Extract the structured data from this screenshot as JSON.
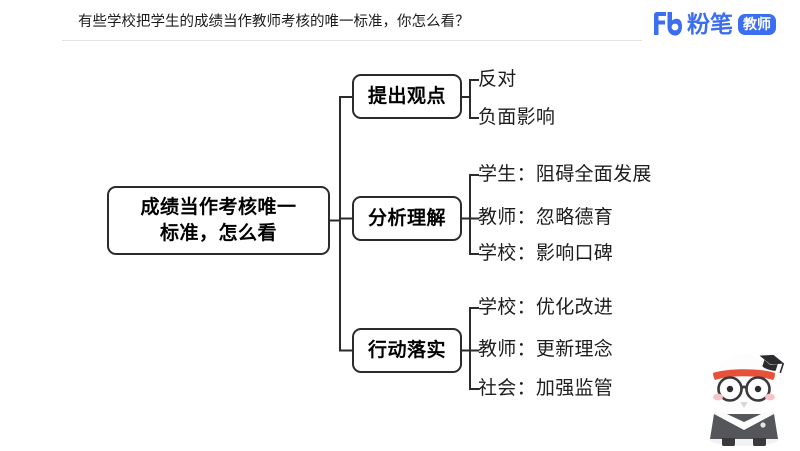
{
  "header": {
    "question": "有些学校把学生的成绩当作教师考核的唯一标准，你怎么看？",
    "logo": {
      "mark": "Fb",
      "word": "粉笔",
      "badge": "教师",
      "color": "#3c6ef0"
    }
  },
  "mindmap": {
    "root": {
      "line1": "成绩当作考核唯一",
      "line2": "标准，怎么看"
    },
    "branches": [
      {
        "label": "提出观点",
        "leaves": [
          "反对",
          "负面影响"
        ]
      },
      {
        "label": "分析理解",
        "leaves": [
          "学生：阻碍全面发展",
          "教师：忽略德育",
          "学校：影响口碑"
        ]
      },
      {
        "label": "行动落实",
        "leaves": [
          "学校：优化改进",
          "教师：更新理念",
          "社会：加强监管"
        ]
      }
    ]
  },
  "mascot": {
    "name": "graduate-owl-mascot",
    "headband_color": "#e8503a",
    "robe_color": "#55565a",
    "cap_color": "#2b2b2e"
  },
  "colors": {
    "node_border": "#2b2b2b",
    "text": "#1d1d1d",
    "rule": "#e2e2e4"
  }
}
